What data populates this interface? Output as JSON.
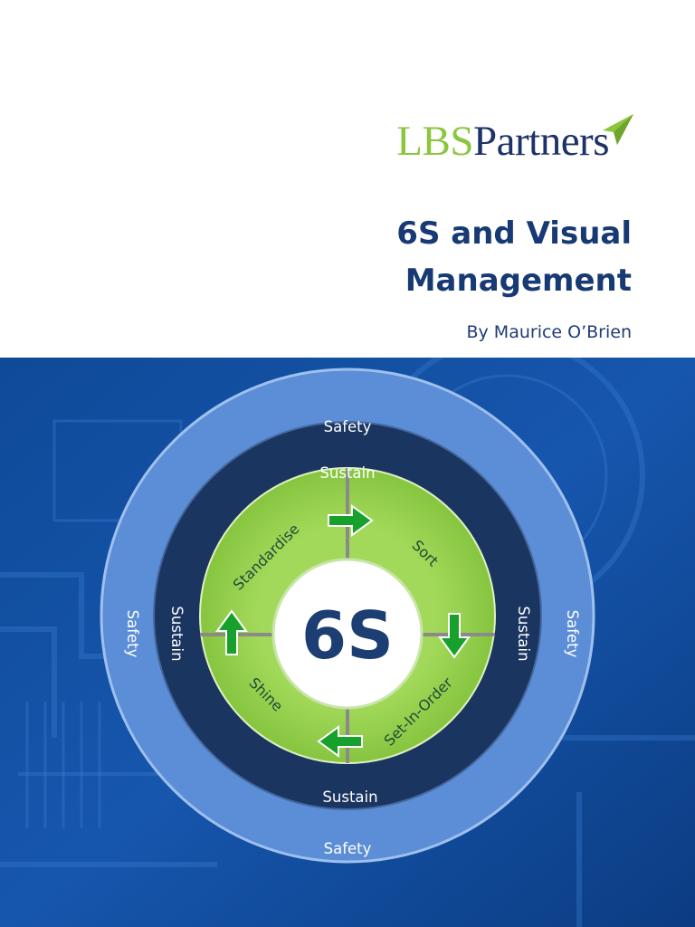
{
  "logo": {
    "prefix": "LBS",
    "suffix": "Partners",
    "mark_icon": "paper-plane-icon",
    "prefix_color": "#8cc63f",
    "suffix_color": "#1d3266"
  },
  "title": {
    "line1": "6S and Visual",
    "line2": "Management"
  },
  "author": "By Maurice O’Brien",
  "diagram": {
    "center": "6S",
    "outer_ring": {
      "top": "Safety",
      "bottom": "Safety",
      "left": "Safety",
      "right": "Safety"
    },
    "middle_ring": {
      "top": "Sustain",
      "bottom": "Sustain",
      "left": "Sustain",
      "right": "Sustain"
    },
    "phases": {
      "top_left": "Standardise",
      "top_right": "Sort",
      "bottom_right": "Set-In-Order",
      "bottom_left": "Shine"
    },
    "arrow_icons": [
      "arrow-right-icon",
      "arrow-down-icon",
      "arrow-left-icon",
      "arrow-up-icon"
    ],
    "colors": {
      "outer_ring": "#5b8ed6",
      "middle_ring": "#1b3561",
      "phase_disc": "#9ad34f",
      "center": "#ffffff",
      "arrows": "#18a02c"
    }
  }
}
